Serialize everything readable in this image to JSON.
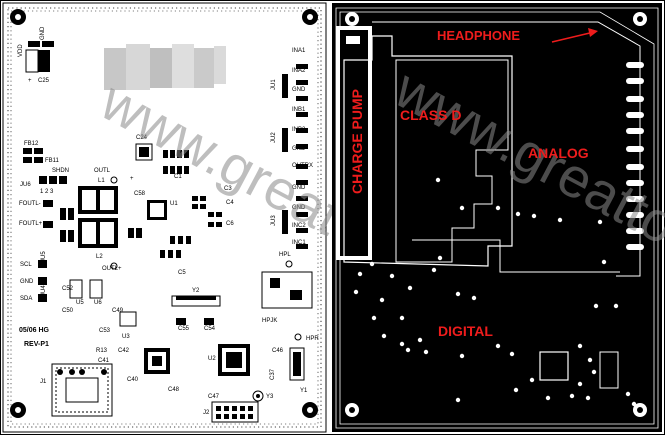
{
  "left_board": {
    "watermark": "www.greattong.com",
    "labels": {
      "vdd": "VDD",
      "gnd": "GND",
      "c25": "C25",
      "fb12": "FB12",
      "fb11": "FB11",
      "ju6": "JU6",
      "shdn": "SHDN",
      "nums": "1 2 3",
      "foutl_minus": "FOUTL-",
      "foutl_plus": "FOUTL+",
      "scl": "SCL",
      "sda": "SDA",
      "ju5": "JU5",
      "ju4": "JU4",
      "rev_date": "05/06  HG",
      "rev": "REV-P1",
      "j1": "J1",
      "j2": "J2",
      "y1": "Y1",
      "y2": "Y2",
      "y3": "Y3",
      "u1": "U1",
      "u2": "U2",
      "u3": "U3",
      "u5": "U5",
      "u6": "U6",
      "c24": "C24",
      "c1": "C1",
      "outl": "OUTL",
      "outl_plus": "OUTL+",
      "l1": "L1",
      "l2": "L2",
      "c55": "C55",
      "c54": "C54",
      "c52": "C52",
      "c50": "C50",
      "c49": "C49",
      "c53": "C53",
      "c40": "C40",
      "c41": "C41",
      "c42": "C42",
      "c47": "C47",
      "c48": "C48",
      "r13": "R13",
      "r5": "R5",
      "hpl": "HPL",
      "hpr": "HPR",
      "hpjk": "HPJK",
      "c37": "C37",
      "c46": "C46",
      "ina1": "INA1",
      "ina2": "INA2",
      "gnd2": "GND",
      "ju1": "JU1",
      "inb1": "INB1",
      "inb2": "INB2",
      "ju2": "JU2",
      "outrx": "OUTRX",
      "ju3": "JU3",
      "inc2": "INC2",
      "inc1": "INC1",
      "c5": "C5",
      "c6": "C6",
      "c3": "C3",
      "c4": "C4",
      "c58": "C58"
    }
  },
  "right_board": {
    "labels": {
      "headphone": "HEADPHONE",
      "charge_pump": "CHARGE PUMP",
      "class_d": "CLASS D",
      "analog": "ANALOG",
      "digital": "DIGITAL"
    },
    "colors": {
      "plane": "#000000",
      "label": "#ee1c1c",
      "trace": "#ffffff"
    }
  }
}
